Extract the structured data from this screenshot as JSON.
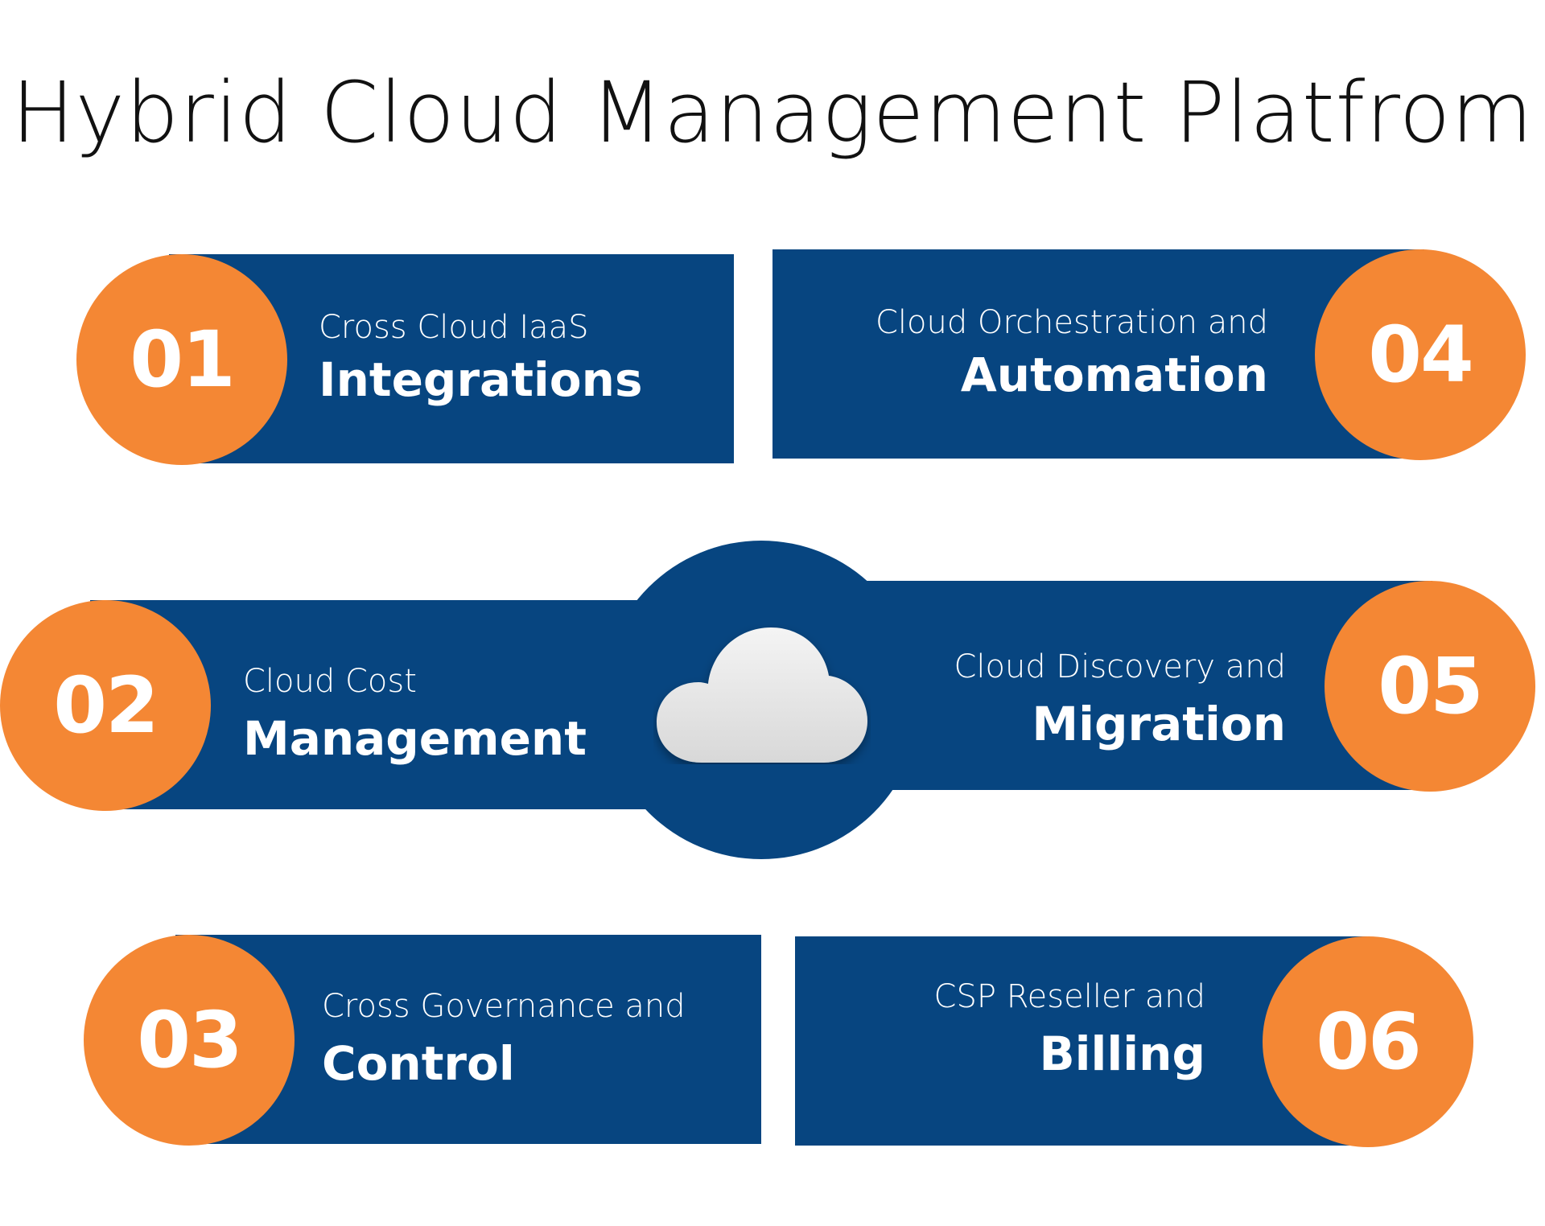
{
  "title": "Hybrid Cloud Management Platfrom",
  "colors": {
    "navy": "#074580",
    "orange": "#f48734",
    "text": "#ffffff",
    "cloud": "#e6e6e6"
  },
  "items": [
    {
      "number": "01",
      "subtitle": "Cross Cloud IaaS",
      "heading": "Integrations"
    },
    {
      "number": "02",
      "subtitle": "Cloud Cost",
      "heading": "Management"
    },
    {
      "number": "03",
      "subtitle": "Cross Governance and",
      "heading": "Control"
    },
    {
      "number": "04",
      "subtitle": "Cloud Orchestration and",
      "heading": "Automation"
    },
    {
      "number": "05",
      "subtitle": "Cloud Discovery and",
      "heading": "Migration"
    },
    {
      "number": "06",
      "subtitle": "CSP Reseller and",
      "heading": "Billing"
    }
  ],
  "center_icon": "cloud-icon"
}
